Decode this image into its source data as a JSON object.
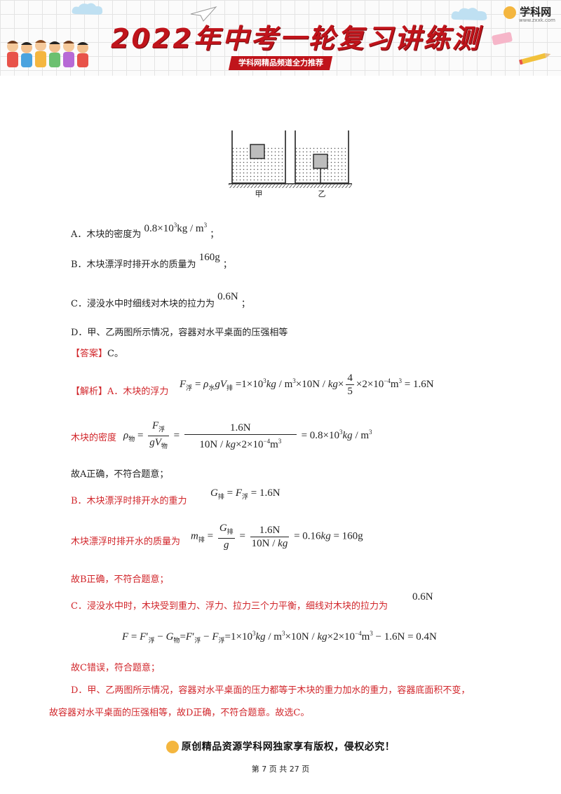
{
  "header": {
    "title": "2022年中考一轮复习讲练测",
    "subtitle": "学科网精品频道全力推荐",
    "logo_text": "学科网",
    "logo_sub": "www.zxxk.com"
  },
  "figure": {
    "label_left": "甲",
    "label_right": "乙"
  },
  "options": {
    "a_prefix": "A．木块的密度为",
    "a_math": "0.8×10³kg / m³",
    "a_suffix": "；",
    "b_prefix": "B．木块漂浮时排开水的质量为",
    "b_math": "160g",
    "b_suffix": "；",
    "c_prefix": "C．浸没水中时细线对木块的拉力为",
    "c_math": "0.6N",
    "c_suffix": "；",
    "d_text": "D．甲、乙两图所示情况，容器对水平桌面的压强相等"
  },
  "answer": {
    "tag": "【答案】",
    "value": "C。"
  },
  "analysis": {
    "tag": "【解析】",
    "a_intro": "A．木块的浮力",
    "density_intro": "木块的密度",
    "conclude_a": "故A正确，不符合题意；",
    "b_intro": "B．木块漂浮时排开水的重力",
    "mass_intro": "木块漂浮时排开水的质量为",
    "conclude_b": "故B正确，不符合题意；",
    "c_intro": "C．浸没水中时，木块受到重力、浮力、拉力三个力平衡，细线对木块的拉力为",
    "c_value": "0.6N",
    "conclude_c": "故C错误，符合题意；",
    "d_line1": "D．甲、乙两图所示情况，容器对水平桌面的压力都等于木块的重力加水的重力，容器底面积不变，",
    "d_line2": "故容器对水平桌面的压强相等，故D正确，不符合题意。故选C。"
  },
  "formulas": {
    "f1_rhs": "=1×10³kg / m³×10N / kg×",
    "f1_frac_num": "4",
    "f1_frac_den": "5",
    "f1_tail": "×2×10⁻⁴m³ = 1.6N",
    "f2_num": "1.6N",
    "f2_den": "10N / kg×2×10⁻⁴m³",
    "f2_tail": "= 0.8×10³kg / m³",
    "f3_rhs": "= 1.6N",
    "f4_num2": "1.6N",
    "f4_den2": "10N / kg",
    "f4_tail": "= 0.16kg = 160g",
    "f5": "=1×10³kg / m³×10N / kg×2×10⁻⁴m³ − 1.6N = 0.4N"
  },
  "footer": {
    "copyright": "原创精品资源学科网独家享有版权，侵权必究！",
    "page": "第 7 页 共 27 页"
  }
}
